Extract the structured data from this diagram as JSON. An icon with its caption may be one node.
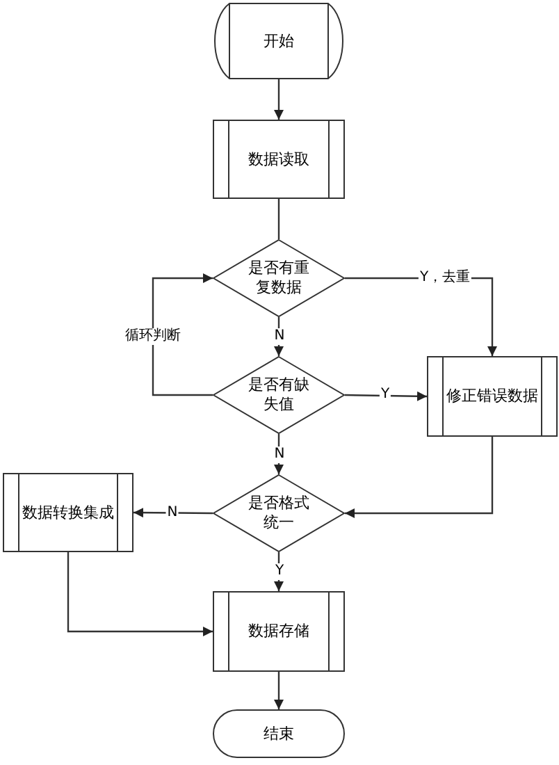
{
  "diagram": {
    "nodes": [
      {
        "text": [
          "开始"
        ]
      },
      {
        "text": [
          "数据读取"
        ]
      },
      {
        "text": [
          "是否有重复数据"
        ]
      },
      {
        "text": [
          "是否有缺失值"
        ]
      },
      {
        "text": [
          "修正错误数据"
        ]
      },
      {
        "text": [
          "是否格式统一"
        ]
      },
      {
        "text": [
          "数据转换集成"
        ]
      },
      {
        "text": [
          "数据存储"
        ]
      },
      {
        "text": [
          "结束"
        ]
      }
    ],
    "edges": [
      {
        "from": 0,
        "to": 1,
        "arrow": "to"
      },
      {
        "from": 1,
        "to": 2,
        "arrow": "none"
      },
      {
        "from": 2,
        "to": 3,
        "arrow": "to",
        "label": "N"
      },
      {
        "from": 2,
        "to": 4,
        "arrow": "to",
        "label": "Y，去重"
      },
      {
        "from": 3,
        "to": 4,
        "arrow": "to",
        "label": "Y"
      },
      {
        "from": 3,
        "to": 2,
        "arrow": "to",
        "label": "循环判断"
      },
      {
        "from": 3,
        "to": 5,
        "arrow": "to",
        "label": "N"
      },
      {
        "from": 4,
        "to": 5,
        "arrow": "to"
      },
      {
        "from": 5,
        "to": 6,
        "arrow": "to",
        "label": "N"
      },
      {
        "from": 5,
        "to": 7,
        "arrow": "to",
        "label": "Y"
      },
      {
        "from": 6,
        "to": 7,
        "arrow": "to"
      },
      {
        "from": 7,
        "to": 8,
        "arrow": "to"
      }
    ]
  }
}
